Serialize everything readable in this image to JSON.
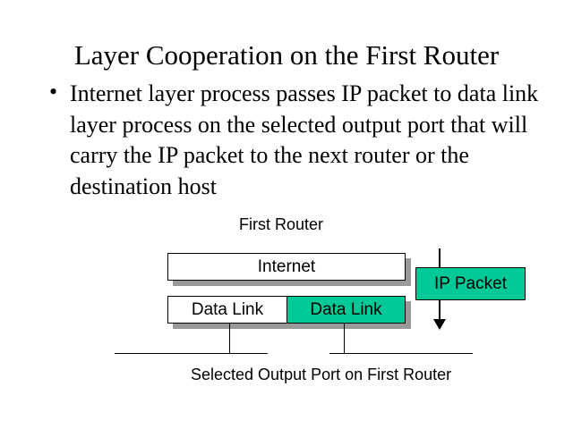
{
  "slide": {
    "title": "Layer Cooperation on the First Router",
    "bullet_symbol": "•",
    "bullet_text": "Internet layer process passes IP packet to data link layer process on the selected output port that will carry the IP packet to the next router or the destination host"
  },
  "diagram": {
    "router_label": "First Router",
    "internet_label": "Internet",
    "data_link_left": "Data Link",
    "data_link_right": "Data Link",
    "packet_label": "IP Packet",
    "caption": "Selected Output Port on First Router",
    "colors": {
      "highlight": "#00C896",
      "shadow": "#999999"
    }
  }
}
